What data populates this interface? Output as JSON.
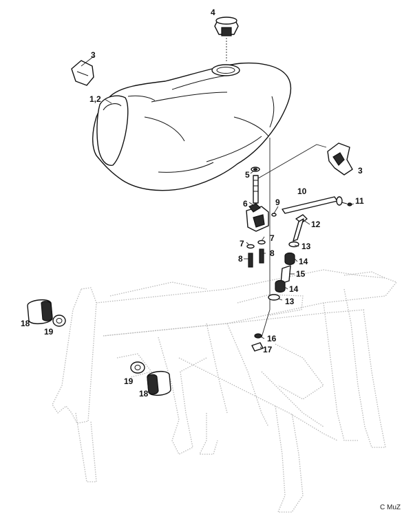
{
  "callouts": {
    "c1": "1,2",
    "c3a": "3",
    "c3b": "3",
    "c4": "4",
    "c5": "5",
    "c6": "6",
    "c7a": "7",
    "c7b": "7",
    "c8a": "8",
    "c8b": "8",
    "c9": "9",
    "c10": "10",
    "c11": "11",
    "c12": "12",
    "c13a": "13",
    "c13b": "13",
    "c14a": "14",
    "c14b": "14",
    "c15": "15",
    "c16": "16",
    "c17": "17",
    "c18a": "18",
    "c18b": "18",
    "c19a": "19",
    "c19b": "19"
  },
  "credit": "C MuZ"
}
